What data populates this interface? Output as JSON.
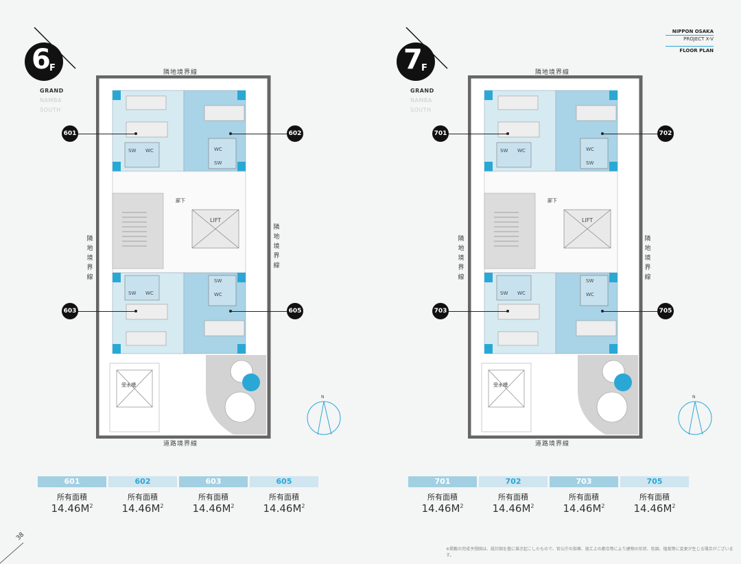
{
  "header": {
    "title_line1": "NIPPON OSAKA",
    "title_line2": "PROJECT X-V",
    "section": "FLOOR PLAN"
  },
  "side_menu": [
    "GRAND",
    "NAMBA",
    "SOUTH"
  ],
  "boundary_labels": {
    "neighbor": "隣地境界線",
    "road": "道路境界線",
    "neighbor_vertical": [
      "隣",
      "地",
      "境",
      "界",
      "線"
    ]
  },
  "plan_labels": {
    "corridor": "廊下",
    "lift": "LIFT",
    "water_tank": "受水槽",
    "sw": "SW",
    "wc": "WC",
    "north": "N"
  },
  "floors": [
    {
      "number": "6",
      "suffix": "F",
      "units": [
        "601",
        "602",
        "603",
        "605"
      ],
      "areas": [
        {
          "unit": "601",
          "label": "所有面積",
          "value": "14.46M",
          "sup": "2"
        },
        {
          "unit": "602",
          "label": "所有面積",
          "value": "14.46M",
          "sup": "2"
        },
        {
          "unit": "603",
          "label": "所有面積",
          "value": "14.46M",
          "sup": "2"
        },
        {
          "unit": "605",
          "label": "所有面積",
          "value": "14.46M",
          "sup": "2"
        }
      ]
    },
    {
      "number": "7",
      "suffix": "F",
      "units": [
        "701",
        "702",
        "703",
        "705"
      ],
      "areas": [
        {
          "unit": "701",
          "label": "所有面積",
          "value": "14.46M",
          "sup": "2"
        },
        {
          "unit": "702",
          "label": "所有面積",
          "value": "14.46M",
          "sup": "2"
        },
        {
          "unit": "703",
          "label": "所有面積",
          "value": "14.46M",
          "sup": "2"
        },
        {
          "unit": "705",
          "label": "所有面積",
          "value": "14.46M",
          "sup": "2"
        }
      ]
    }
  ],
  "page_number": "38",
  "footnote": "※掲載の完成予想図は、設計図を基に描き起こしたもので、官公庁の指導、施工上の都合等により建物の形状、色調、植栽等に変更が生じる場合がございます。",
  "colors": {
    "unit_blue": "#a9d3e6",
    "unit_light": "#d6eaf2",
    "accent_cyan": "#29a8d6",
    "header_dark": "#a3cfe2",
    "header_light": "#cfe5ef"
  }
}
